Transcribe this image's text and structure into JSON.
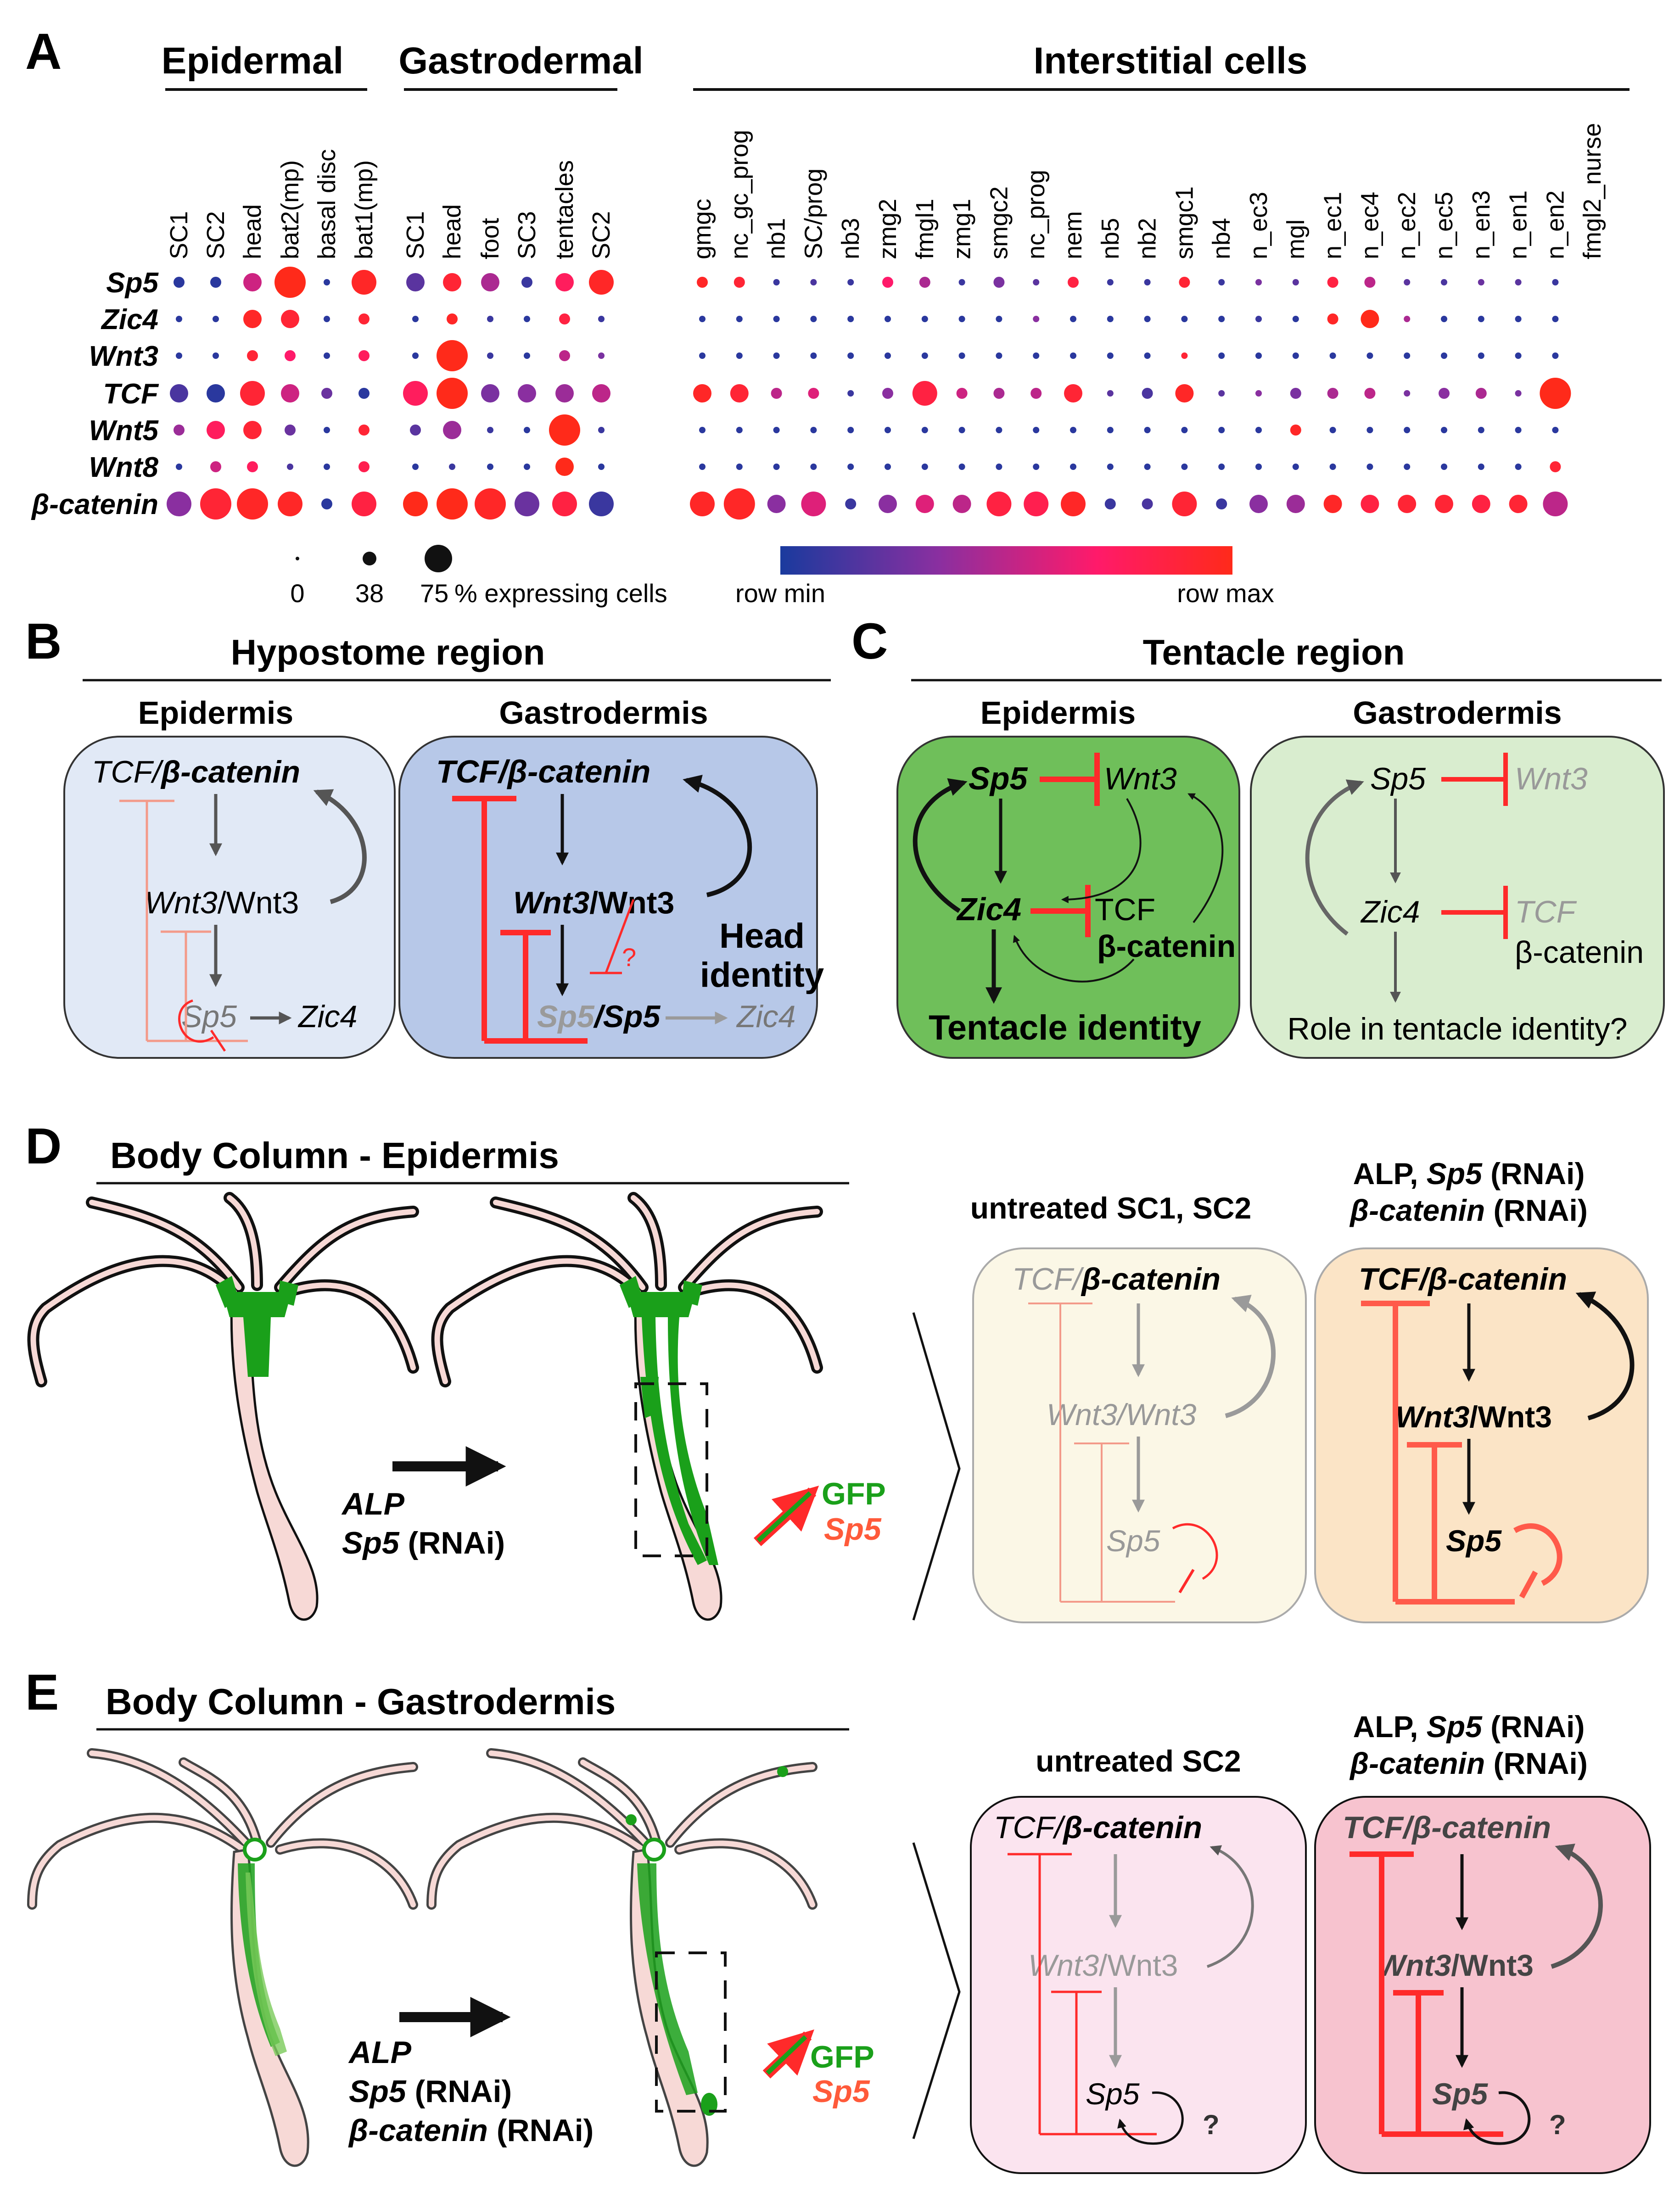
{
  "figure": {
    "panel_letters": [
      "A",
      "B",
      "C",
      "D",
      "E"
    ],
    "colors": {
      "red": "#ff2a2a",
      "light_red": "#f39a8a",
      "gray": "#999999",
      "blue_low": "#1a3a9e",
      "purple_mid": "#8a2fa0",
      "magenta_mid": "#ff1a6a",
      "green": "#1aa01a",
      "dark_green_box": "#6fbf5a",
      "light_green_box": "#d9edcf",
      "light_blue_box": "#e1e9f6",
      "blue_box": "#b7c8e8",
      "cream_box": "#fbf7e6",
      "peach_box": "#fbe4c6",
      "pink_box": "#fbe4ef",
      "rose_box": "#f7c3cf",
      "body_pink": "#f7d9d6"
    }
  },
  "panel_a": {
    "groups": {
      "epidermal": "Epidermal",
      "gastrodermal": "Gastrodermal",
      "interstitial": "Interstitial cells"
    },
    "genes": [
      "Sp5",
      "Zic4",
      "Wnt3",
      "TCF",
      "Wnt5",
      "Wnt8",
      "β-catenin"
    ],
    "epidermal_cols": [
      "SC1",
      "SC2",
      "head",
      "bat2(mp)",
      "basal disc",
      "bat1(mp)"
    ],
    "gastrodermal_cols": [
      "SC1",
      "head",
      "foot",
      "SC3",
      "tentacles",
      "SC2"
    ],
    "interstitial_cols": [
      "gmgc",
      "nc_gc_prog",
      "nb1",
      "SC/prog",
      "nb3",
      "zmg2",
      "fmgl1",
      "zmg1",
      "smgc2",
      "nc_prog",
      "nem",
      "nb5",
      "nb2",
      "smgc1",
      "nb4",
      "n_ec3",
      "mgl",
      "n_ec1",
      "n_ec4",
      "n_ec2",
      "n_ec5",
      "n_en3",
      "n_en1",
      "n_en2",
      "fmgl2_nurse"
    ],
    "size_legend": {
      "values": [
        "0",
        "38",
        "75"
      ],
      "caption": "% expressing cells",
      "fractions": [
        0.0,
        0.38,
        0.75
      ]
    },
    "color_legend": {
      "min": "row min",
      "max": "row max"
    },
    "dot_matrix": {
      "note_encoding": "each entry: [size_level 0-5, color_level 0-1]",
      "rows": [
        [
          [
            2,
            0.05
          ],
          [
            2,
            0.05
          ],
          [
            3,
            0.55
          ],
          [
            5,
            1.0
          ],
          [
            1,
            0.05
          ],
          [
            4,
            0.95
          ],
          [
            3,
            0.2
          ],
          [
            3,
            0.9
          ],
          [
            3,
            0.45
          ],
          [
            2,
            0.1
          ],
          [
            3,
            0.75
          ],
          [
            4,
            0.95
          ],
          [
            2,
            0.95
          ],
          [
            2,
            0.9
          ],
          [
            1,
            0.1
          ],
          [
            1,
            0.15
          ],
          [
            1,
            0.1
          ],
          [
            2,
            0.7
          ],
          [
            2,
            0.45
          ],
          [
            1,
            0.1
          ],
          [
            2,
            0.3
          ],
          [
            1,
            0.2
          ],
          [
            2,
            0.85
          ],
          [
            1,
            0.1
          ],
          [
            1,
            0.1
          ],
          [
            2,
            0.9
          ],
          [
            1,
            0.1
          ],
          [
            1,
            0.3
          ],
          [
            1,
            0.2
          ],
          [
            2,
            0.85
          ],
          [
            2,
            0.5
          ],
          [
            1,
            0.2
          ],
          [
            1,
            0.15
          ],
          [
            1,
            0.25
          ],
          [
            1,
            0.2
          ],
          [
            1,
            0.1
          ]
        ],
        [
          [
            1,
            0.05
          ],
          [
            1,
            0.05
          ],
          [
            3,
            0.95
          ],
          [
            3,
            0.9
          ],
          [
            1,
            0.05
          ],
          [
            2,
            0.9
          ],
          [
            1,
            0.05
          ],
          [
            2,
            0.95
          ],
          [
            1,
            0.1
          ],
          [
            1,
            0.05
          ],
          [
            2,
            0.85
          ],
          [
            1,
            0.1
          ],
          [
            1,
            0.05
          ],
          [
            1,
            0.05
          ],
          [
            1,
            0.05
          ],
          [
            1,
            0.05
          ],
          [
            1,
            0.05
          ],
          [
            1,
            0.05
          ],
          [
            1,
            0.05
          ],
          [
            1,
            0.05
          ],
          [
            1,
            0.05
          ],
          [
            1,
            0.35
          ],
          [
            1,
            0.05
          ],
          [
            1,
            0.05
          ],
          [
            1,
            0.05
          ],
          [
            1,
            0.05
          ],
          [
            1,
            0.05
          ],
          [
            1,
            0.1
          ],
          [
            1,
            0.05
          ],
          [
            2,
            0.95
          ],
          [
            3,
            1.0
          ],
          [
            1,
            0.45
          ],
          [
            1,
            0.05
          ],
          [
            1,
            0.05
          ],
          [
            1,
            0.05
          ],
          [
            1,
            0.05
          ]
        ],
        [
          [
            1,
            0.05
          ],
          [
            1,
            0.05
          ],
          [
            2,
            0.9
          ],
          [
            2,
            0.7
          ],
          [
            1,
            0.05
          ],
          [
            2,
            0.75
          ],
          [
            1,
            0.05
          ],
          [
            5,
            1.0
          ],
          [
            1,
            0.1
          ],
          [
            1,
            0.05
          ],
          [
            2,
            0.5
          ],
          [
            1,
            0.3
          ],
          [
            1,
            0.05
          ],
          [
            1,
            0.05
          ],
          [
            1,
            0.05
          ],
          [
            1,
            0.05
          ],
          [
            1,
            0.05
          ],
          [
            1,
            0.05
          ],
          [
            1,
            0.05
          ],
          [
            1,
            0.05
          ],
          [
            1,
            0.05
          ],
          [
            1,
            0.05
          ],
          [
            1,
            0.05
          ],
          [
            1,
            0.05
          ],
          [
            1,
            0.05
          ],
          [
            1,
            0.9
          ],
          [
            1,
            0.05
          ],
          [
            1,
            0.05
          ],
          [
            1,
            0.05
          ],
          [
            1,
            0.05
          ],
          [
            1,
            0.05
          ],
          [
            1,
            0.05
          ],
          [
            1,
            0.05
          ],
          [
            1,
            0.05
          ],
          [
            1,
            0.05
          ],
          [
            1,
            0.05
          ]
        ],
        [
          [
            3,
            0.15
          ],
          [
            3,
            0.05
          ],
          [
            4,
            0.9
          ],
          [
            3,
            0.55
          ],
          [
            2,
            0.25
          ],
          [
            2,
            0.05
          ],
          [
            4,
            0.75
          ],
          [
            5,
            1.0
          ],
          [
            3,
            0.3
          ],
          [
            3,
            0.35
          ],
          [
            3,
            0.4
          ],
          [
            3,
            0.5
          ],
          [
            3,
            0.95
          ],
          [
            3,
            0.9
          ],
          [
            2,
            0.5
          ],
          [
            2,
            0.6
          ],
          [
            1,
            0.1
          ],
          [
            2,
            0.35
          ],
          [
            4,
            0.85
          ],
          [
            2,
            0.55
          ],
          [
            2,
            0.45
          ],
          [
            2,
            0.5
          ],
          [
            3,
            0.9
          ],
          [
            1,
            0.2
          ],
          [
            2,
            0.15
          ],
          [
            3,
            0.95
          ],
          [
            1,
            0.2
          ],
          [
            1,
            0.35
          ],
          [
            2,
            0.3
          ],
          [
            2,
            0.45
          ],
          [
            2,
            0.5
          ],
          [
            1,
            0.3
          ],
          [
            2,
            0.35
          ],
          [
            2,
            0.45
          ],
          [
            1,
            0.3
          ],
          [
            5,
            1.0
          ]
        ],
        [
          [
            2,
            0.4
          ],
          [
            3,
            0.75
          ],
          [
            3,
            0.9
          ],
          [
            2,
            0.25
          ],
          [
            1,
            0.05
          ],
          [
            2,
            0.9
          ],
          [
            2,
            0.2
          ],
          [
            3,
            0.4
          ],
          [
            1,
            0.1
          ],
          [
            1,
            0.05
          ],
          [
            5,
            1.0
          ],
          [
            1,
            0.1
          ],
          [
            1,
            0.05
          ],
          [
            1,
            0.05
          ],
          [
            1,
            0.05
          ],
          [
            1,
            0.05
          ],
          [
            1,
            0.05
          ],
          [
            1,
            0.05
          ],
          [
            1,
            0.05
          ],
          [
            1,
            0.05
          ],
          [
            1,
            0.05
          ],
          [
            1,
            0.05
          ],
          [
            1,
            0.05
          ],
          [
            1,
            0.05
          ],
          [
            1,
            0.05
          ],
          [
            1,
            0.05
          ],
          [
            1,
            0.05
          ],
          [
            1,
            0.05
          ],
          [
            2,
            0.95
          ],
          [
            1,
            0.05
          ],
          [
            1,
            0.05
          ],
          [
            1,
            0.05
          ],
          [
            1,
            0.05
          ],
          [
            1,
            0.05
          ],
          [
            1,
            0.05
          ],
          [
            1,
            0.05
          ]
        ],
        [
          [
            1,
            0.05
          ],
          [
            2,
            0.55
          ],
          [
            2,
            0.75
          ],
          [
            1,
            0.15
          ],
          [
            1,
            0.05
          ],
          [
            2,
            0.8
          ],
          [
            1,
            0.05
          ],
          [
            1,
            0.1
          ],
          [
            1,
            0.05
          ],
          [
            1,
            0.05
          ],
          [
            3,
            1.0
          ],
          [
            1,
            0.05
          ],
          [
            1,
            0.05
          ],
          [
            1,
            0.05
          ],
          [
            1,
            0.05
          ],
          [
            1,
            0.05
          ],
          [
            1,
            0.05
          ],
          [
            1,
            0.05
          ],
          [
            1,
            0.05
          ],
          [
            1,
            0.05
          ],
          [
            1,
            0.05
          ],
          [
            1,
            0.05
          ],
          [
            1,
            0.05
          ],
          [
            1,
            0.05
          ],
          [
            1,
            0.05
          ],
          [
            1,
            0.05
          ],
          [
            1,
            0.05
          ],
          [
            1,
            0.05
          ],
          [
            1,
            0.05
          ],
          [
            1,
            0.05
          ],
          [
            1,
            0.05
          ],
          [
            1,
            0.05
          ],
          [
            1,
            0.05
          ],
          [
            1,
            0.05
          ],
          [
            1,
            0.05
          ],
          [
            2,
            0.9
          ]
        ],
        [
          [
            4,
            0.35
          ],
          [
            5,
            0.9
          ],
          [
            5,
            0.95
          ],
          [
            4,
            0.95
          ],
          [
            2,
            0.05
          ],
          [
            4,
            0.85
          ],
          [
            4,
            1.0
          ],
          [
            5,
            1.0
          ],
          [
            5,
            0.95
          ],
          [
            4,
            0.25
          ],
          [
            4,
            0.85
          ],
          [
            4,
            0.1
          ],
          [
            4,
            0.95
          ],
          [
            5,
            0.95
          ],
          [
            3,
            0.35
          ],
          [
            4,
            0.6
          ],
          [
            2,
            0.1
          ],
          [
            3,
            0.35
          ],
          [
            3,
            0.6
          ],
          [
            3,
            0.5
          ],
          [
            4,
            0.85
          ],
          [
            4,
            0.8
          ],
          [
            4,
            0.95
          ],
          [
            2,
            0.1
          ],
          [
            2,
            0.15
          ],
          [
            4,
            0.9
          ],
          [
            2,
            0.1
          ],
          [
            3,
            0.35
          ],
          [
            3,
            0.4
          ],
          [
            3,
            0.95
          ],
          [
            3,
            0.85
          ],
          [
            3,
            0.9
          ],
          [
            3,
            0.9
          ],
          [
            3,
            0.85
          ],
          [
            3,
            0.9
          ],
          [
            4,
            0.5
          ]
        ]
      ]
    }
  },
  "panel_b": {
    "title": "Hypostome region",
    "epidermis": {
      "label": "Epidermis",
      "tcf": "TCF/",
      "bcat": "β-catenin",
      "wnt3a": "Wnt3",
      "wnt3b": "/Wnt3",
      "sp5": "Sp5",
      "zic4": "Zic4"
    },
    "gastrodermis": {
      "label": "Gastrodermis",
      "tcf": "TCF/",
      "bcat": "β-catenin",
      "wnt3a": "Wnt3",
      "wnt3b": "/Wnt3",
      "sp5a": "Sp5",
      "sp5b": "/Sp5",
      "zic4": "Zic4",
      "q": "?",
      "head1": "Head",
      "head2": "identity"
    }
  },
  "panel_c": {
    "title": "Tentacle region",
    "epidermis": {
      "label": "Epidermis",
      "sp5": "Sp5",
      "wnt3": "Wnt3",
      "zic4": "Zic4",
      "tcf": "TCF",
      "bcat": "β-catenin",
      "identity": "Tentacle identity"
    },
    "gastrodermis": {
      "label": "Gastrodermis",
      "sp5": "Sp5",
      "wnt3": "Wnt3",
      "zic4": "Zic4",
      "tcf": "TCF",
      "bcat": "β-catenin",
      "role": "Role in tentacle identity?"
    }
  },
  "panel_d": {
    "title": "Body Column - Epidermis",
    "treatment1": "ALP",
    "treatment2a": "Sp5",
    "treatment2b": " (RNAi)",
    "gfp": "GFP",
    "sp5": "Sp5",
    "box1": {
      "heading": "untreated SC1, SC2",
      "tcf": "TCF/",
      "bcat": "β-catenin",
      "wnt3": "Wnt3/Wnt3",
      "sp5": "Sp5"
    },
    "box2": {
      "heading1a": "ALP, ",
      "heading1b": "Sp5",
      "heading1c": " (RNAi)",
      "heading2a": "β-catenin",
      "heading2b": " (RNAi)",
      "tcf": "TCF/",
      "bcat": "β-catenin",
      "wnt3a": "Wnt3",
      "wnt3b": "/Wnt3",
      "sp5": "Sp5"
    }
  },
  "panel_e": {
    "title": "Body Column - Gastrodermis",
    "treatment1": "ALP",
    "treatment2a": "Sp5",
    "treatment2b": " (RNAi)",
    "treatment3a": "β-catenin",
    "treatment3b": " (RNAi)",
    "gfp": "GFP",
    "sp5": "Sp5",
    "box1": {
      "heading": "untreated SC2",
      "tcf": "TCF/",
      "bcat": "β-catenin",
      "wnt3a": "Wnt3",
      "wnt3b": "/Wnt3",
      "sp5": "Sp5",
      "q": "?"
    },
    "box2": {
      "heading1a": "ALP, ",
      "heading1b": "Sp5",
      "heading1c": " (RNAi)",
      "heading2a": "β-catenin",
      "heading2b": " (RNAi)",
      "tcf": "TCF/",
      "bcat": "β-catenin",
      "wnt3a": "Wnt3",
      "wnt3b": "/Wnt3",
      "sp5": "Sp5",
      "q": "?"
    }
  }
}
